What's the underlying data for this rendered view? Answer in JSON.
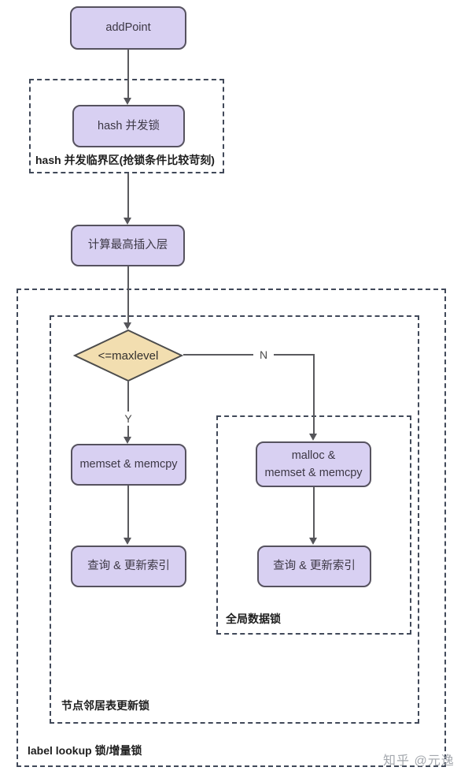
{
  "nodes": {
    "add_point": "addPoint",
    "hash_lock": "hash 并发锁",
    "calc_top_level": "计算最高插入层",
    "decision": "<=maxlevel",
    "memset_memcpy": "memset & memcpy",
    "malloc_line1": "malloc &",
    "malloc_line2": "memset & memcpy",
    "query_update_left": "查询 & 更新索引",
    "query_update_right": "查询 & 更新索引"
  },
  "groups": {
    "hash_region": "hash 并发临界区(抢锁条件比较苛刻)",
    "label_lookup_region": "label lookup 锁/增量锁",
    "neighbor_table_region": "节点邻居表更新锁",
    "global_data_region": "全局数据锁"
  },
  "branch": {
    "yes": "Y",
    "no": "N"
  },
  "watermark": "知乎 @元逸",
  "colors": {
    "node_fill": "#d8d0f2",
    "node_border": "#56525f",
    "decision_fill": "#f2deb0",
    "decision_border": "#4c4c4c",
    "dashed_border": "#414959",
    "arrow": "#5a5a5e",
    "group_label_text": "#1e1e1e",
    "node_text": "#3c3744",
    "watermark": "#a4a8ae"
  }
}
